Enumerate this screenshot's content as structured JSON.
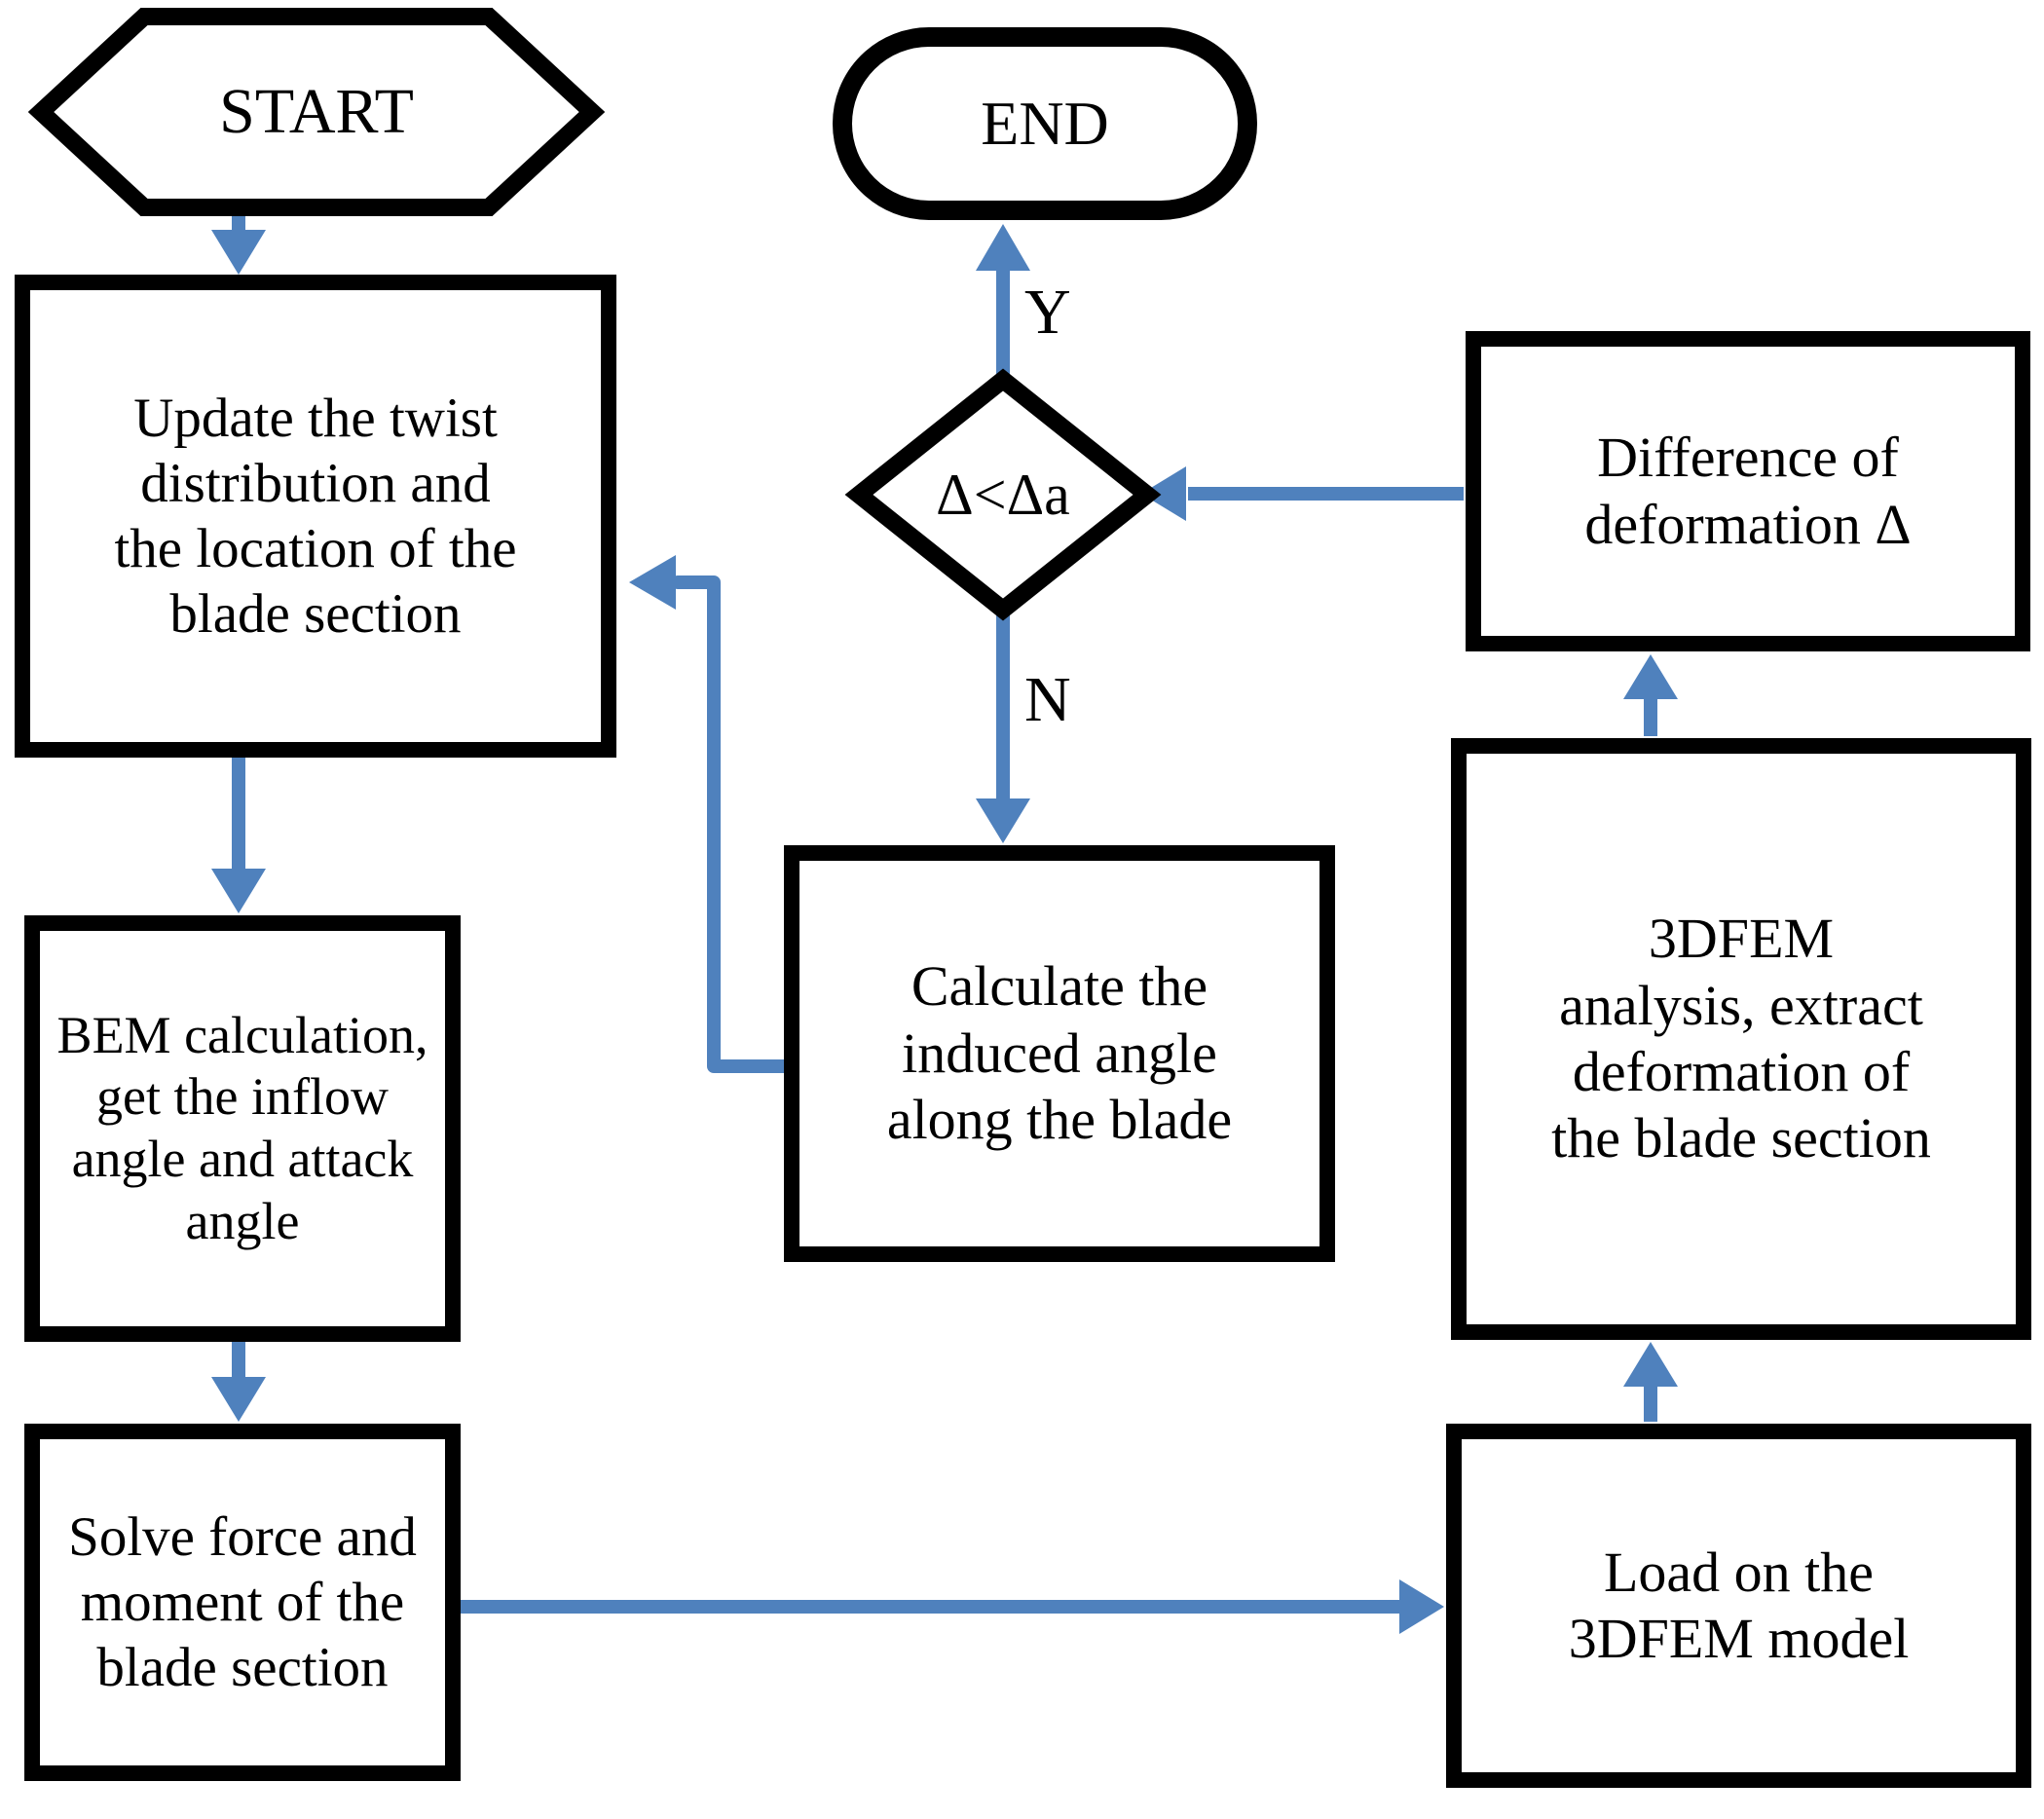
{
  "diagram": {
    "type": "flowchart",
    "colors": {
      "shape_border": "#000000",
      "shape_fill": "#ffffff",
      "arrow": "#4F81BD",
      "text": "#000000"
    },
    "nodes": {
      "start": {
        "shape": "hexagon",
        "label": "START"
      },
      "end": {
        "shape": "stadium",
        "label": "END"
      },
      "update": {
        "shape": "rect",
        "label": "Update the twist\ndistribution and\nthe location of the\nblade section"
      },
      "bem": {
        "shape": "rect",
        "label": "BEM calculation,\nget the inflow\nangle and attack\nangle"
      },
      "solve": {
        "shape": "rect",
        "label": "Solve force and\nmoment of the\nblade section"
      },
      "decision": {
        "shape": "diamond",
        "label": "Δ<Δa"
      },
      "calculate": {
        "shape": "rect",
        "label": "Calculate the\ninduced angle\nalong the blade"
      },
      "difference": {
        "shape": "rect",
        "label": "Difference of\ndeformation Δ"
      },
      "fem": {
        "shape": "rect",
        "label": "3DFEM\nanalysis, extract\ndeformation of\nthe blade section"
      },
      "load": {
        "shape": "rect",
        "label": "Load on the\n3DFEM model"
      }
    },
    "edge_labels": {
      "yes": "Y",
      "no": "N"
    },
    "edges": [
      {
        "from": "start",
        "to": "update"
      },
      {
        "from": "update",
        "to": "bem"
      },
      {
        "from": "bem",
        "to": "solve"
      },
      {
        "from": "solve",
        "to": "load"
      },
      {
        "from": "load",
        "to": "fem"
      },
      {
        "from": "fem",
        "to": "difference"
      },
      {
        "from": "difference",
        "to": "decision"
      },
      {
        "from": "decision",
        "to": "end",
        "label": "Y"
      },
      {
        "from": "decision",
        "to": "calculate",
        "label": "N"
      },
      {
        "from": "calculate",
        "to": "update"
      }
    ]
  }
}
